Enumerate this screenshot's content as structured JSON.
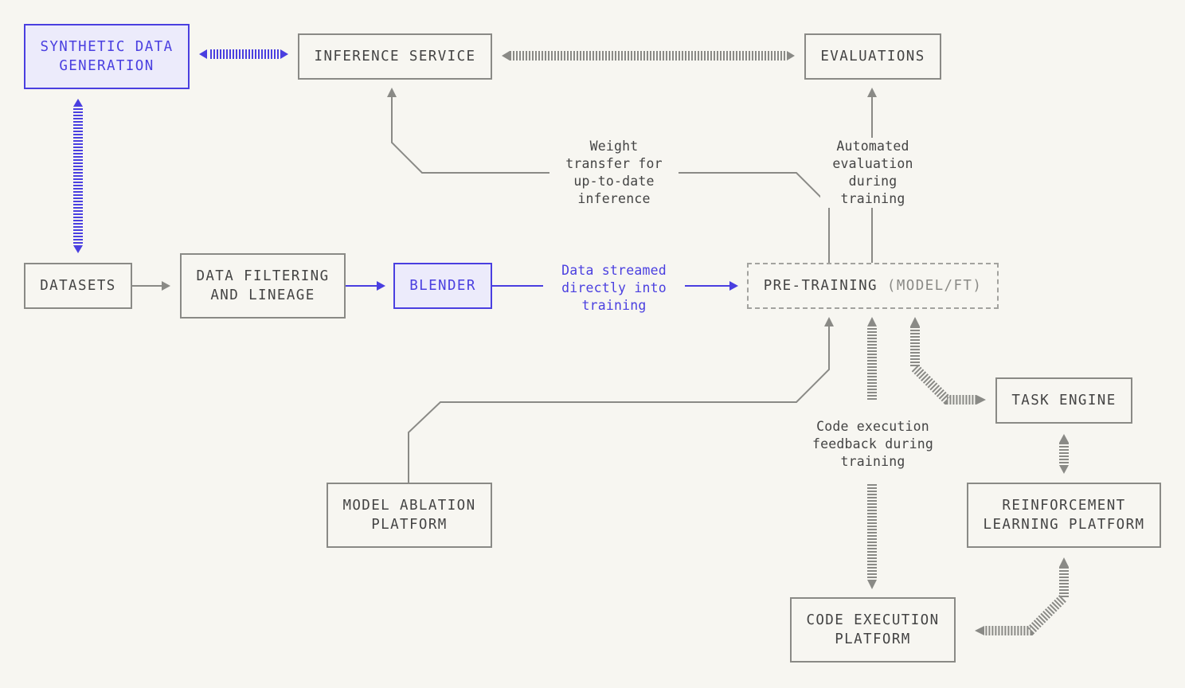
{
  "nodes": {
    "synthetic_data_generation": "SYNTHETIC DATA\nGENERATION",
    "inference_service": "INFERENCE SERVICE",
    "evaluations": "EVALUATIONS",
    "datasets": "DATASETS",
    "data_filtering": "DATA FILTERING\nAND LINEAGE",
    "blender": "BLENDER",
    "pre_training": "PRE-TRAINING",
    "pre_training_suffix": "(MODEL/FT)",
    "task_engine": "TASK ENGINE",
    "model_ablation": "MODEL ABLATION\nPLATFORM",
    "reinforcement_learning": "REINFORCEMENT\nLEARNING PLATFORM",
    "code_execution": "CODE EXECUTION\nPLATFORM"
  },
  "labels": {
    "weight_transfer": "Weight\ntransfer for\nup-to-date\ninference",
    "automated_evaluation": "Automated\nevaluation\nduring\ntraining",
    "data_streamed": "Data streamed\ndirectly into\ntraining",
    "code_feedback": "Code execution\nfeedback during\ntraining"
  },
  "colors": {
    "background": "#f7f6f1",
    "gray": "#8a8a86",
    "blue": "#4a3fe0",
    "blue_fill": "#ecebfb"
  }
}
